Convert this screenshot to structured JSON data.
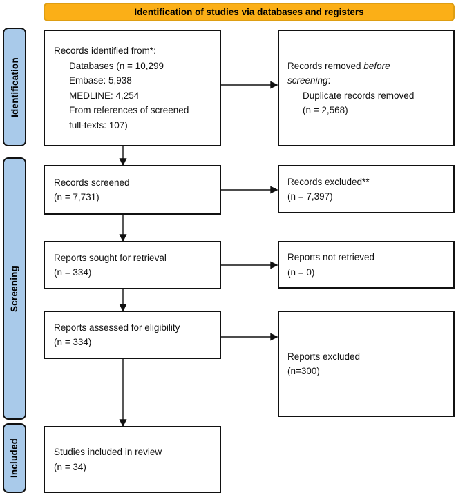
{
  "banner": {
    "label": "Identification of studies via databases and registers"
  },
  "sidebar": {
    "identification": "Identification",
    "screening": "Screening",
    "included": "Included"
  },
  "boxes": {
    "records_identified": {
      "title": "Records identified from*:",
      "lines": [
        "Databases (n = 10,299",
        "Embase: 5,938",
        "MEDLINE: 4,254",
        "From references of screened",
        "full-texts: 107)"
      ]
    },
    "records_removed": {
      "title_regular": "Records removed ",
      "title_italic_line1": "before",
      "title_italic_line2": "screening",
      "title_colon": ":",
      "lines": [
        "Duplicate records removed",
        "(n = 2,568)"
      ]
    },
    "records_screened": {
      "lines": [
        "Records screened",
        "(n = 7,731)"
      ]
    },
    "records_excluded": {
      "lines": [
        "Records excluded**",
        "(n = 7,397)"
      ]
    },
    "reports_sought": {
      "lines": [
        "Reports sought for retrieval",
        "(n = 334)"
      ]
    },
    "reports_not_retrieved": {
      "lines": [
        "Reports not retrieved",
        "(n = 0)"
      ]
    },
    "reports_assessed": {
      "lines": [
        "Reports assessed for eligibility",
        "(n = 334)"
      ]
    },
    "reports_excluded": {
      "lines": [
        "Reports excluded",
        "(n=300)"
      ]
    },
    "studies_included": {
      "lines": [
        "Studies included in review",
        "(n = 34)"
      ]
    }
  },
  "colors": {
    "banner_fill": "#FBAF17",
    "banner_border": "#DE9E13",
    "stage_fill": "#A9CAEA",
    "box_border": "#111111",
    "arrow": "#111111"
  }
}
